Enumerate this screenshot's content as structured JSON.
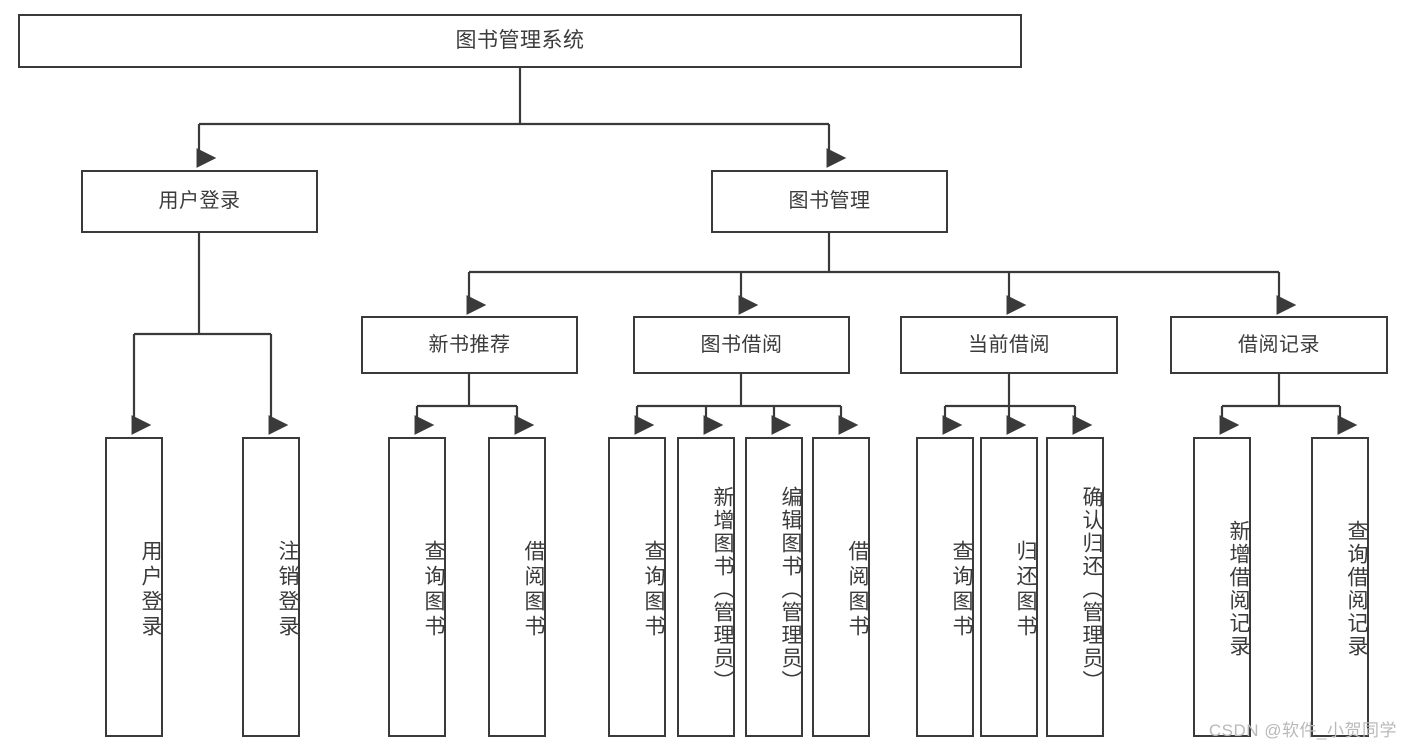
{
  "diagram": {
    "type": "tree-hierarchy-chart",
    "title": "图书管理系统",
    "watermark": "CSDN @软件_小贺同学",
    "root": {
      "label": "图书管理系统"
    },
    "level2": [
      {
        "label": "用户登录"
      },
      {
        "label": "图书管理"
      }
    ],
    "level3": [
      {
        "label": "新书推荐"
      },
      {
        "label": "图书借阅"
      },
      {
        "label": "当前借阅"
      },
      {
        "label": "借阅记录"
      }
    ],
    "leaves": {
      "user_login": [
        {
          "label": "用户登录"
        },
        {
          "label": "注销登录"
        }
      ],
      "new_book_recommend": [
        {
          "label": "查询图书"
        },
        {
          "label": "借阅图书"
        }
      ],
      "book_borrow": [
        {
          "label": "查询图书"
        },
        {
          "label": "新增图书（管理员）"
        },
        {
          "label": "编辑图书（管理员）"
        },
        {
          "label": "借阅图书"
        }
      ],
      "current_borrow": [
        {
          "label": "查询图书"
        },
        {
          "label": "归还图书"
        },
        {
          "label": "确认归还（管理员）"
        }
      ],
      "borrow_records": [
        {
          "label": "新增借阅记录"
        },
        {
          "label": "查询借阅记录"
        }
      ]
    },
    "colors": {
      "line": "#3a3a3a",
      "text": "#3b3b3b",
      "background": "#ffffff",
      "watermark": "#b9b9b9"
    }
  }
}
